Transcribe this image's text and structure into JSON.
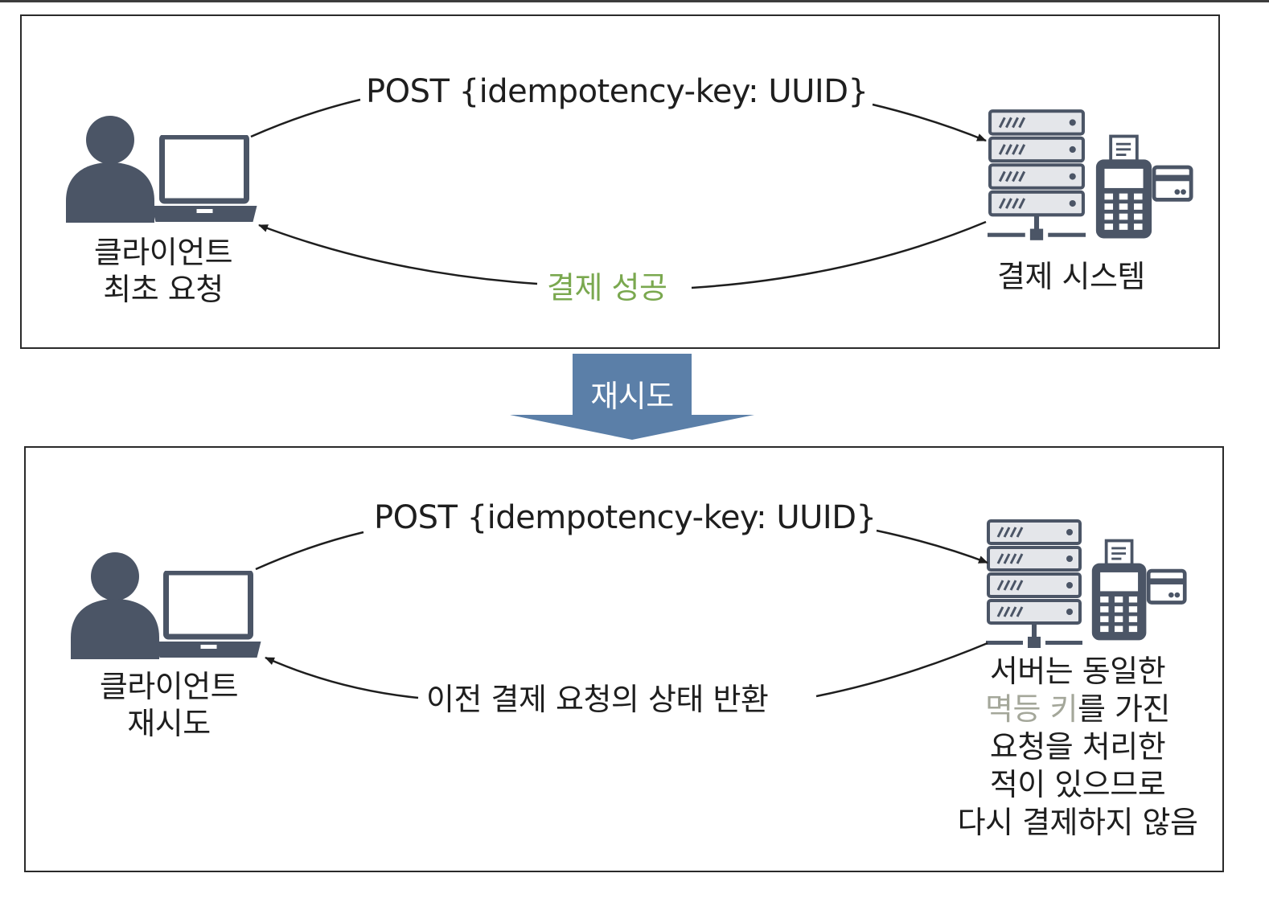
{
  "top": {
    "request_label": "POST {idempotency-key: UUID}",
    "response_label": "결제 성공",
    "client_label_line1": "클라이언트",
    "client_label_line2": "최초 요청",
    "server_label": "결제 시스템"
  },
  "retry_label": "재시도",
  "bottom": {
    "request_label": "POST {idempotency-key: UUID}",
    "response_label": "이전 결제 요청의 상태 반환",
    "client_label_line1": "클라이언트",
    "client_label_line2": "재시도",
    "server_note": {
      "line1": "서버는 동일한",
      "line2_highlight": "멱등 키",
      "line2_rest": "를 가진",
      "line3": "요청을 처리한",
      "line4": "적이 있으므로",
      "line5": "다시 결제하지 않음"
    }
  },
  "colors": {
    "icon": "#4b5566",
    "success": "#7aa84f",
    "highlight": "#a4a79a",
    "arrow_fill": "#5b7fa8"
  },
  "icons": [
    "user-icon",
    "laptop-icon",
    "server-rack-icon",
    "card-terminal-icon",
    "credit-card-icon"
  ]
}
